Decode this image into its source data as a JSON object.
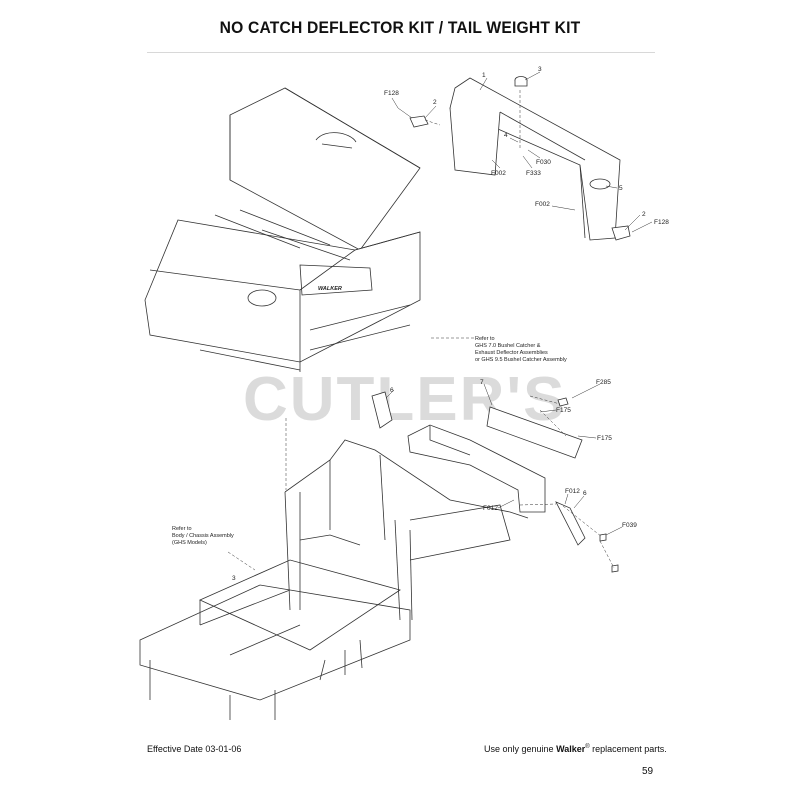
{
  "title": "NO CATCH DEFLECTOR KIT / TAIL WEIGHT KIT",
  "watermark": "CUTLER'S",
  "callouts": {
    "c1": "1",
    "c2a": "2",
    "c2b": "2",
    "c3": "3",
    "c3b": "3",
    "c4": "4",
    "c5": "5",
    "c6a": "6",
    "c6b": "6",
    "c7": "7",
    "f128a": "F128",
    "f128b": "F128",
    "f002a": "F002",
    "f002b": "F002",
    "f030": "F030",
    "f333": "F333",
    "f285": "F285",
    "f175a": "F175",
    "f175b": "F175",
    "f012a": "F012",
    "f012b": "F012",
    "f039": "F039"
  },
  "notes": {
    "catcher": [
      "Refer to",
      "GHS 7.0 Bushel Catcher &",
      "Exhaust Deflector Assemblies",
      "or GHS 9.5 Bushel Catcher Assembly"
    ],
    "chassis": [
      "Refer to",
      "Body / Chassis Assembly",
      "(GHS Models)"
    ]
  },
  "logo_text": "WALKER",
  "footer": {
    "effective": "Effective Date 03-01-06",
    "use_only": "Use only genuine ",
    "brand": "Walker",
    "reg": "®",
    "suffix": " replacement parts."
  },
  "page_number": "59"
}
